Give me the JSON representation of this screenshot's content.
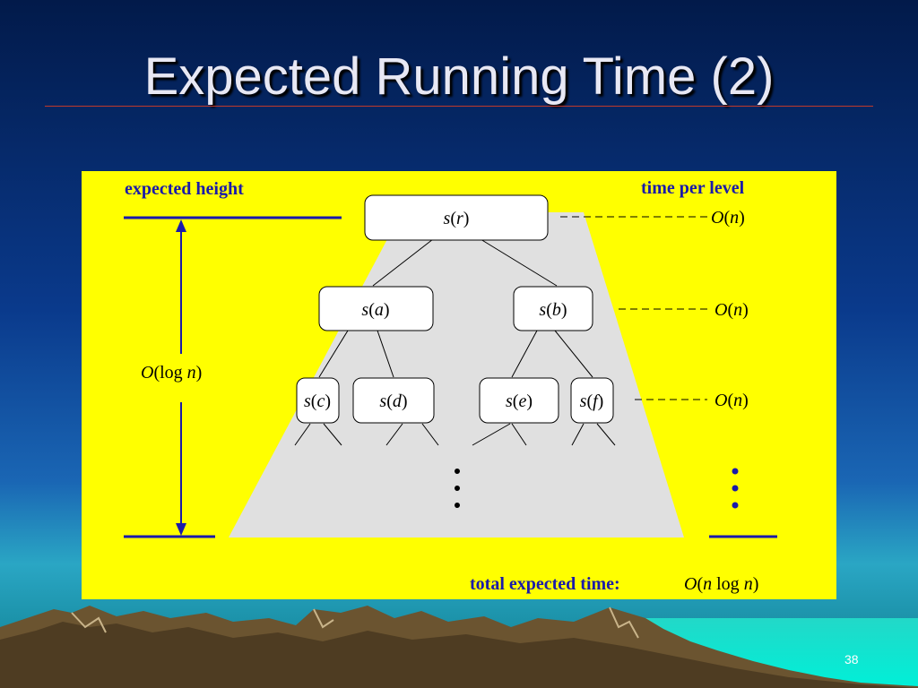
{
  "slide": {
    "title": "Expected Running Time (2)",
    "page_number": "38"
  },
  "diagram": {
    "left_header": "expected height",
    "right_header": "time per level",
    "height_label": {
      "O": "O",
      "open": "(log ",
      "n": "n",
      "close": ")"
    },
    "nodes": {
      "r": "r",
      "a": "a",
      "b": "b",
      "c": "c",
      "d": "d",
      "e": "e",
      "f": "f"
    },
    "node_func": "s",
    "level_cost": {
      "O": "O",
      "n": "n"
    },
    "total_label": "total expected time:",
    "total_value": {
      "O": "O",
      "open": "(",
      "n1": "n",
      "mid": " log ",
      "n2": "n",
      "close": ")"
    }
  },
  "colors": {
    "panel": "#ffff00",
    "label_blue": "#1a1aaa",
    "triangle": "#e0e0e0"
  }
}
